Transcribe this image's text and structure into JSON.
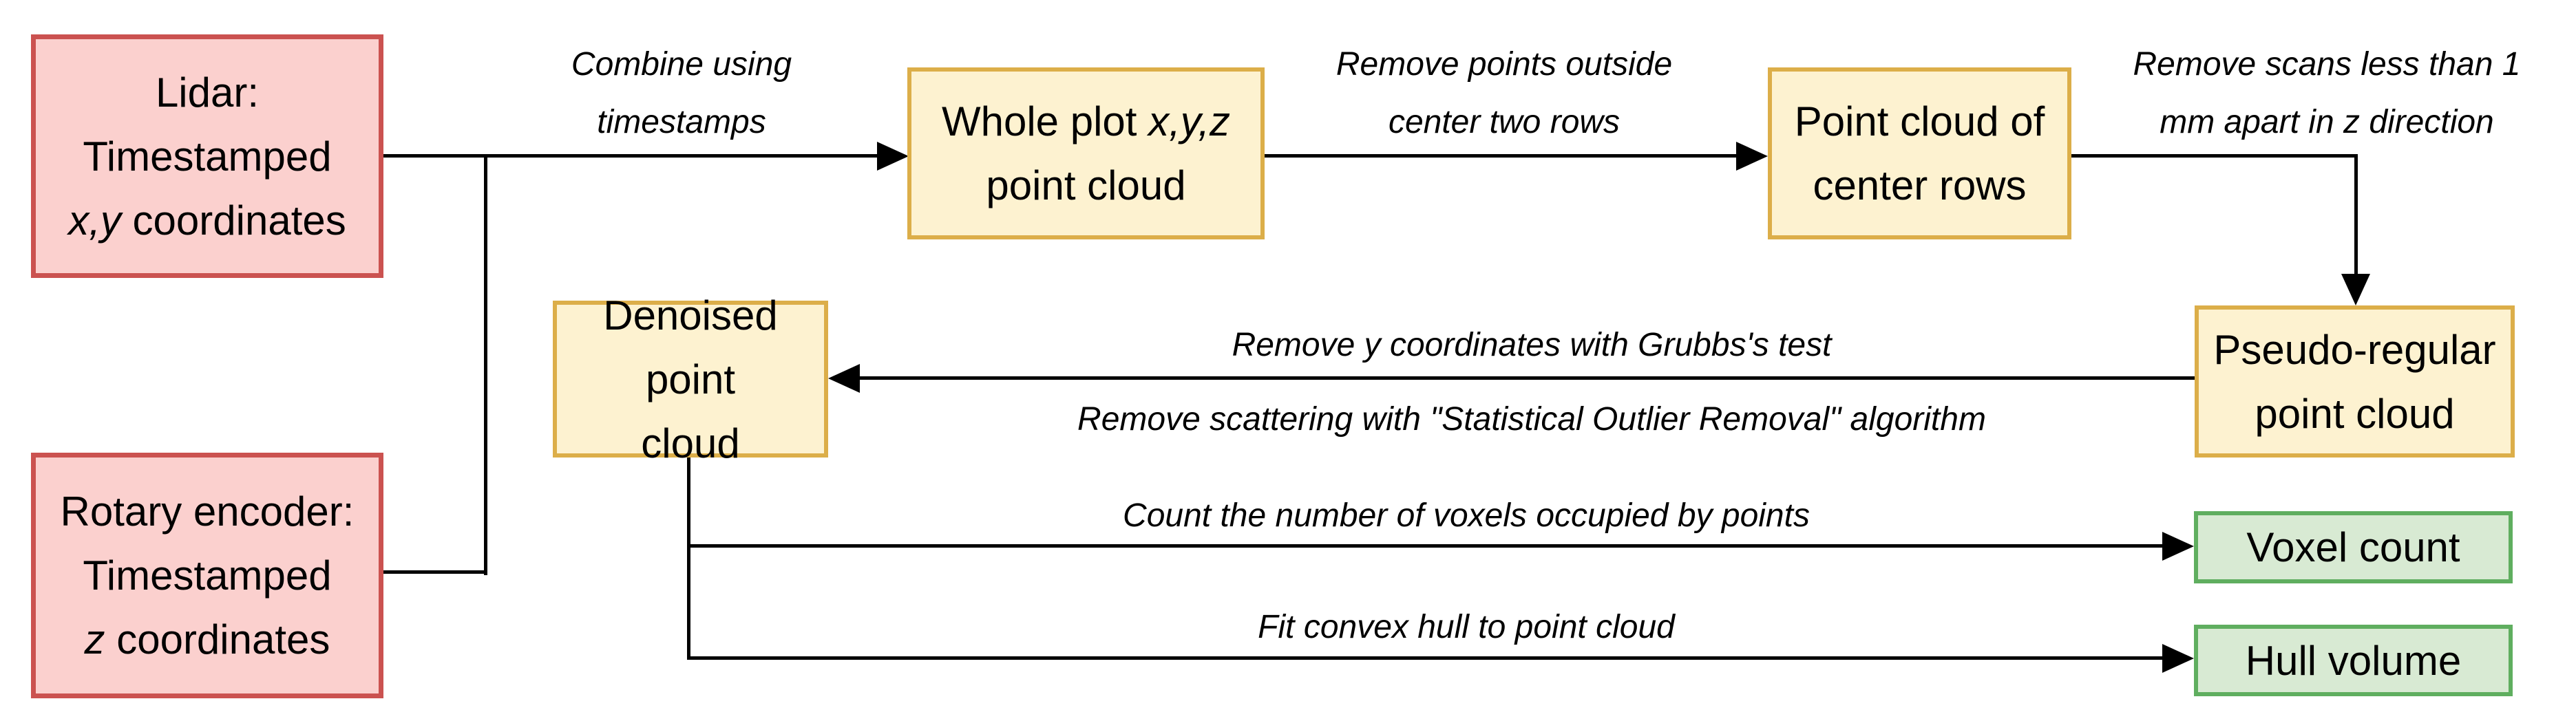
{
  "diagram": {
    "type": "flowchart",
    "background_color": "#ffffff",
    "edge_color": "#000000",
    "palette": {
      "input_fill": "#fbd0ce",
      "input_stroke": "#cb5250",
      "process_fill": "#fdf2d0",
      "process_stroke": "#dcae49",
      "output_fill": "#d8ead3",
      "output_stroke": "#5fae5f"
    },
    "nodes": {
      "lidar": {
        "role": "input",
        "line1": "Lidar:",
        "line2": "Timestamped",
        "line3_italic": "x,y",
        "line3_rest": " coordinates"
      },
      "rotary": {
        "role": "input",
        "line1": "Rotary encoder:",
        "line2": "Timestamped",
        "line3_italic": "z",
        "line3_rest": " coordinates"
      },
      "whole_plot": {
        "role": "process",
        "line1_pre": "Whole plot ",
        "line1_italic": "x,y,z",
        "line2": "point cloud"
      },
      "center_rows": {
        "role": "process",
        "line1": "Point cloud of",
        "line2": "center rows"
      },
      "pseudo_regular": {
        "role": "process",
        "line1": "Pseudo-regular",
        "line2": "point cloud"
      },
      "denoised": {
        "role": "process",
        "line1": "Denoised point",
        "line2": "cloud"
      },
      "voxel_count": {
        "role": "output",
        "label": "Voxel count"
      },
      "hull_volume": {
        "role": "output",
        "label": "Hull volume"
      }
    },
    "edge_labels": {
      "combine": {
        "line1": "Combine using",
        "line2": "timestamps",
        "edge": "lidar + rotary -> whole_plot"
      },
      "remove_outside": {
        "line1": "Remove points outside",
        "line2": "center two rows",
        "edge": "whole_plot -> center_rows"
      },
      "remove_scans": {
        "line1": "Remove scans less than 1",
        "line2": "mm apart in z direction",
        "edge": "center_rows -> pseudo_regular"
      },
      "denoise": {
        "line1": "Remove y coordinates with Grubbs's test",
        "line2": "Remove scattering with \"Statistical Outlier Removal\" algorithm",
        "edge": "pseudo_regular -> denoised"
      },
      "count_voxels": {
        "line1": "Count the number of voxels occupied by points",
        "edge": "denoised -> voxel_count"
      },
      "fit_hull": {
        "line1": "Fit convex hull to point cloud",
        "edge": "denoised -> hull_volume"
      }
    }
  }
}
